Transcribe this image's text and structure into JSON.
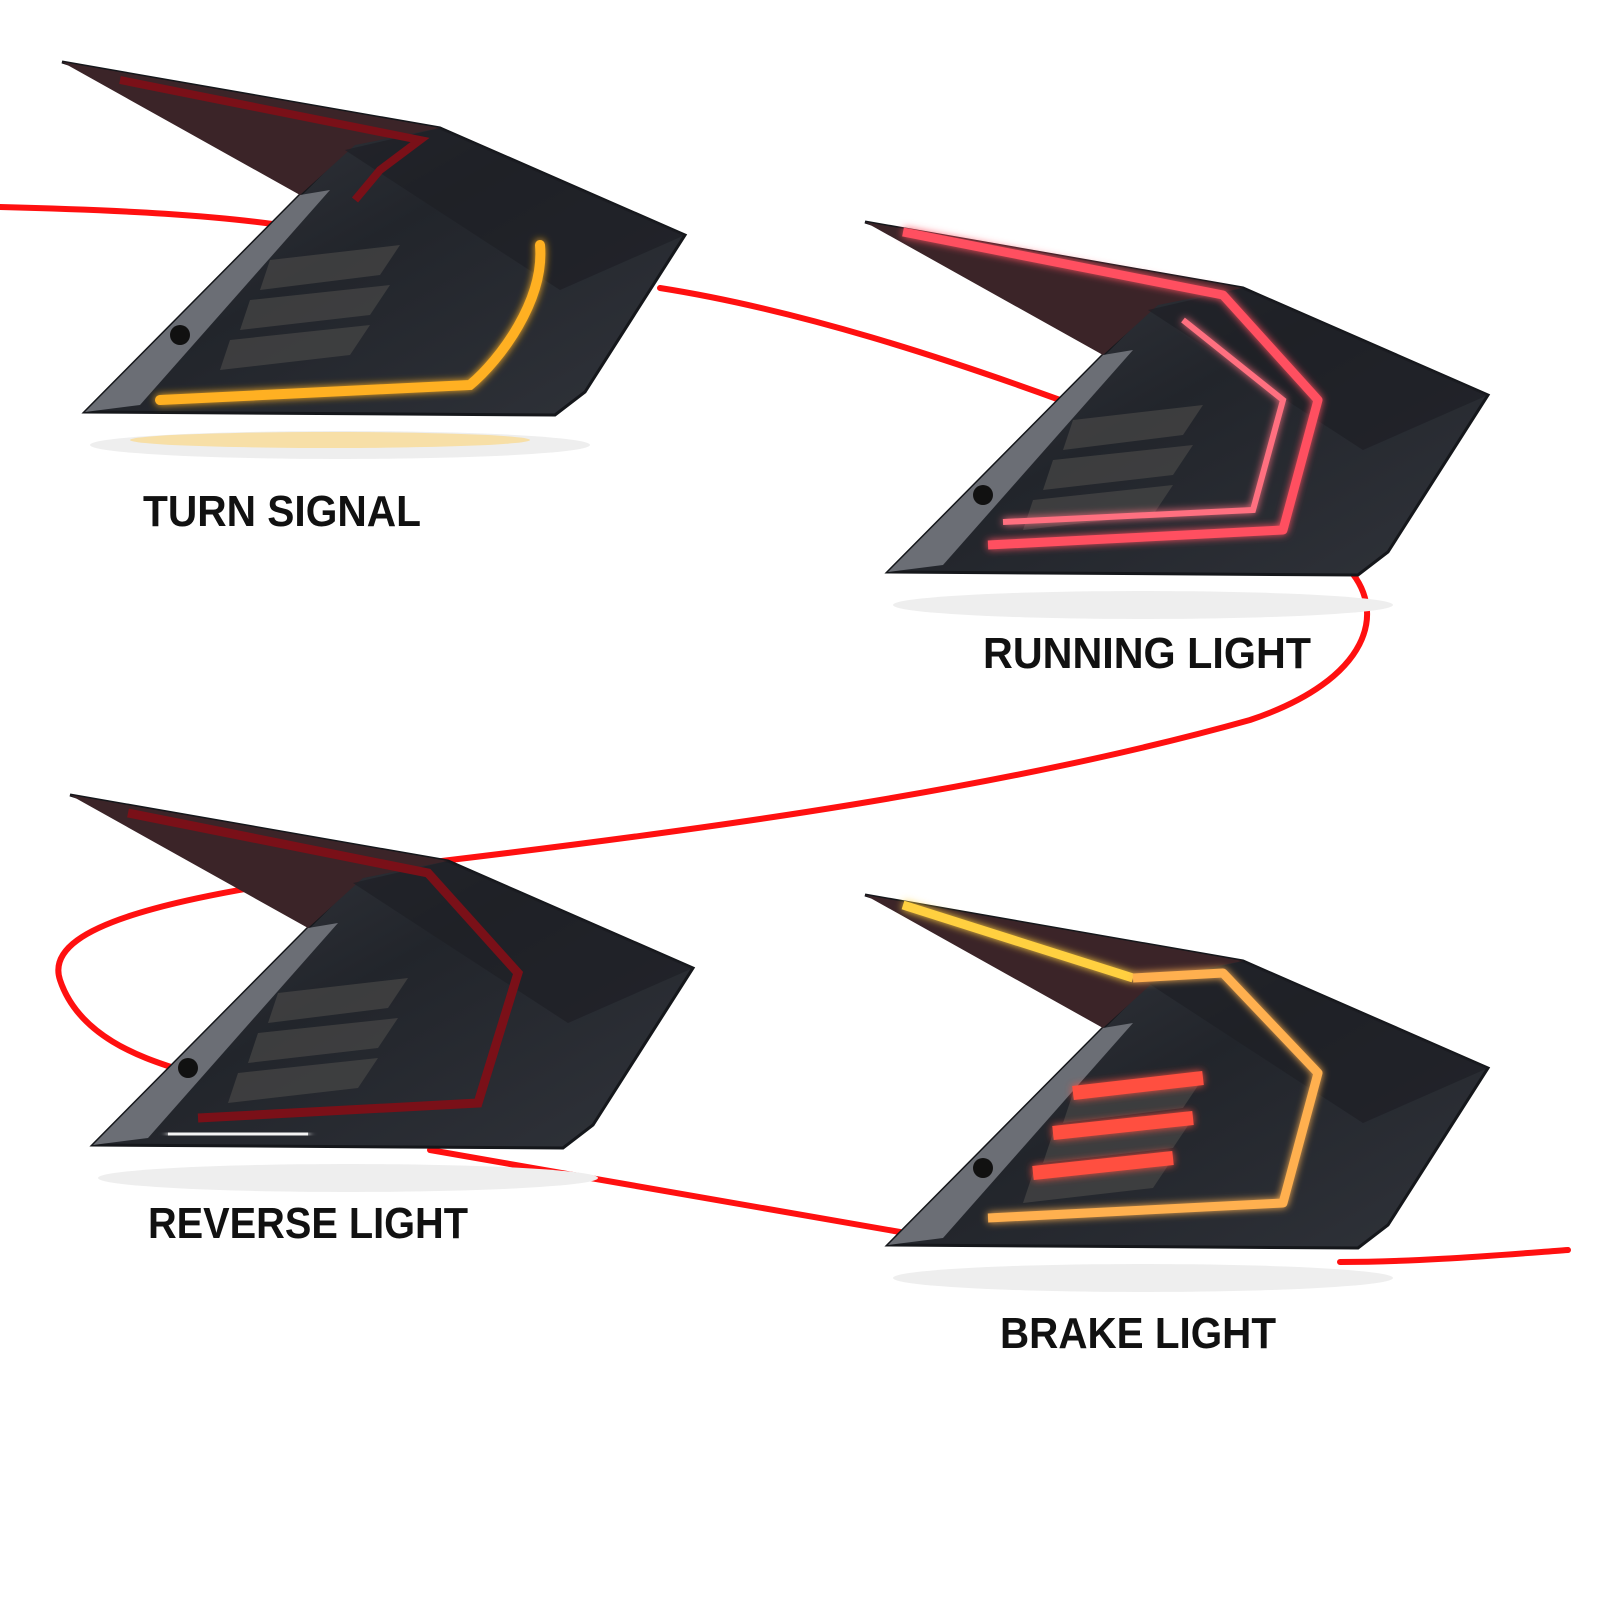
{
  "labels": {
    "turn_signal": "TURN SIGNAL",
    "running_light": "RUNNING LIGHT",
    "reverse_light": "REVERSE LIGHT",
    "brake_light": "BRAKE LIGHT"
  },
  "colors": {
    "wire": "#ff1010",
    "housing": "#2a2d33",
    "turn_glow": "#ffb020",
    "running_glow": "#ff5060",
    "reverse_glow": "#f4f4f4",
    "brake_glow": "#ffc040"
  }
}
